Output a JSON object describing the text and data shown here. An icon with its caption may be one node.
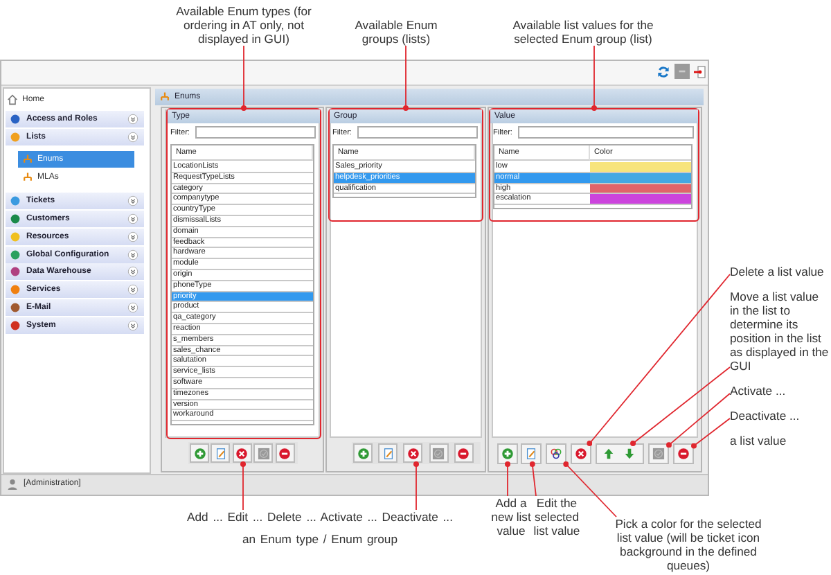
{
  "diagram": {
    "nodes": [
      {
        "text": [
          "Available Enum types (for ordering in AT only, not displayed in GUI)"
        ]
      },
      {
        "text": [
          "Available Enum groups (lists)"
        ]
      },
      {
        "text": [
          "Available list values for the selected Enum group (list)"
        ]
      },
      {
        "text": [
          "Type"
        ]
      },
      {
        "text": [
          "Group"
        ]
      },
      {
        "text": [
          "Value"
        ]
      },
      {
        "text": [],
        "shape": "bar"
      },
      {
        "text": [],
        "shape": "bar"
      },
      {
        "text": [],
        "shape": "box"
      },
      {
        "text": [],
        "shape": "box"
      },
      {
        "text": [],
        "shape": "box"
      },
      {
        "text": [],
        "shape": "box"
      },
      {
        "text": [],
        "shape": "box"
      },
      {
        "text": [],
        "shape": "box"
      },
      {
        "text": [],
        "shape": "box"
      },
      {
        "text": [
          "Add ... Edit ... Delete ... Activate ... Deactivate ...",
          "an Enum type / Enum group"
        ]
      },
      {
        "text": [
          "Add a new list value"
        ]
      },
      {
        "text": [
          "Edit the selected list value"
        ]
      },
      {
        "text": [
          "Pick a color for the selected list value (will be ticket icon background in the defined queues)"
        ]
      },
      {
        "text": [
          "Delete a list value"
        ]
      },
      {
        "text": [
          "Move a list value in the list to determine its position in the list as displayed in the GUI"
        ]
      },
      {
        "text": [
          "Activate ..."
        ]
      },
      {
        "text": [
          "Deactivate ..."
        ]
      }
    ],
    "edges": [
      {
        "from": 0,
        "to": 3,
        "arrow": "other"
      },
      {
        "from": 1,
        "to": 4,
        "arrow": "other"
      },
      {
        "from": 2,
        "to": 5,
        "arrow": "other"
      },
      {
        "from": 15,
        "to": 6,
        "arrow": "other"
      },
      {
        "from": 15,
        "to": 7,
        "arrow": "other"
      },
      {
        "from": 16,
        "to": 8,
        "arrow": "other"
      },
      {
        "from": 17,
        "to": 9,
        "arrow": "other"
      },
      {
        "from": 18,
        "to": 10,
        "arrow": "other"
      },
      {
        "from": 19,
        "to": 11,
        "arrow": "other"
      },
      {
        "from": 20,
        "to": 12,
        "arrow": "other"
      },
      {
        "from": 21,
        "to": 13,
        "arrow": "other"
      },
      {
        "from": 22,
        "to": 14,
        "arrow": "other"
      }
    ],
    "labels": [
      "Enums",
      "Home",
      "Access and Roles",
      "Lists",
      "Enums",
      "MLAs",
      "Tickets",
      "Customers",
      "Resources",
      "Global Configuration",
      "Data Warehouse",
      "Services",
      "E-Mail",
      "System",
      "Filter:",
      "Name",
      "LocationLists",
      "RequestTypeLists",
      "category",
      "companytype",
      "countryType",
      "dismissalLists",
      "domain",
      "feedback",
      "hardware",
      "module",
      "origin",
      "phoneType",
      "priority",
      "product",
      "qa_category",
      "reaction",
      "s_members",
      "sales_chance",
      "salutation",
      "service_lists",
      "software",
      "timezones",
      "version",
      "workaround",
      "Filter:",
      "Name",
      "Sales_priority",
      "helpdesk_priorities",
      "qualification",
      "Filter:",
      "Name",
      "Color",
      "low",
      "normal",
      "high",
      "escalation",
      "[Administration]",
      "a list value"
    ]
  }
}
